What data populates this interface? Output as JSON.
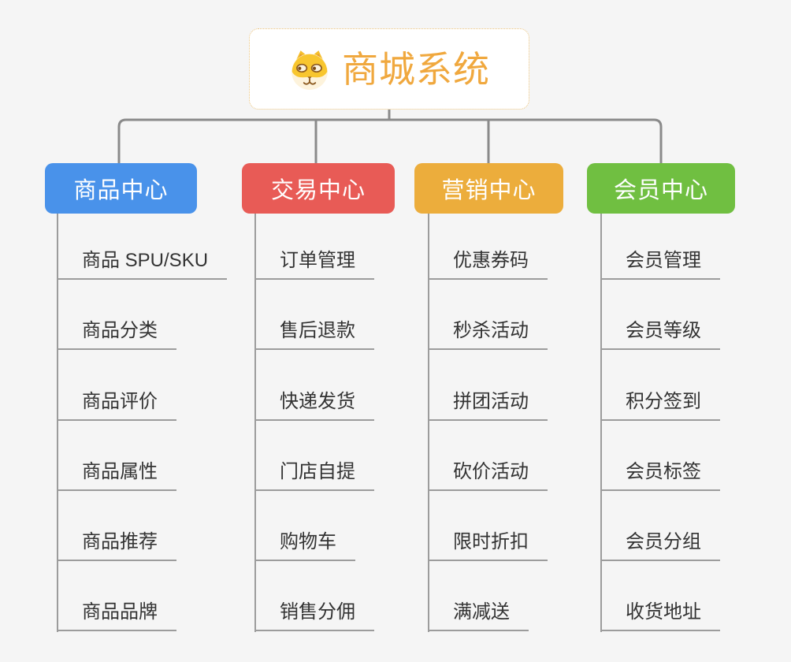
{
  "root": {
    "title": "商城系统",
    "icon": "dog-face-icon",
    "accent_color": "#F0A83E"
  },
  "branches": [
    {
      "label": "商品中心",
      "color": "#4992EA",
      "items": [
        "商品 SPU/SKU",
        "商品分类",
        "商品评价",
        "商品属性",
        "商品推荐",
        "商品品牌"
      ]
    },
    {
      "label": "交易中心",
      "color": "#E85B56",
      "items": [
        "订单管理",
        "售后退款",
        "快递发货",
        "门店自提",
        "购物车",
        "销售分佣"
      ]
    },
    {
      "label": "营销中心",
      "color": "#ECAD3C",
      "items": [
        "优惠券码",
        "秒杀活动",
        "拼团活动",
        "砍价活动",
        "限时折扣",
        "满减送"
      ]
    },
    {
      "label": "会员中心",
      "color": "#70BF41",
      "items": [
        "会员管理",
        "会员等级",
        "积分签到",
        "会员标签",
        "会员分组",
        "收货地址"
      ]
    }
  ]
}
